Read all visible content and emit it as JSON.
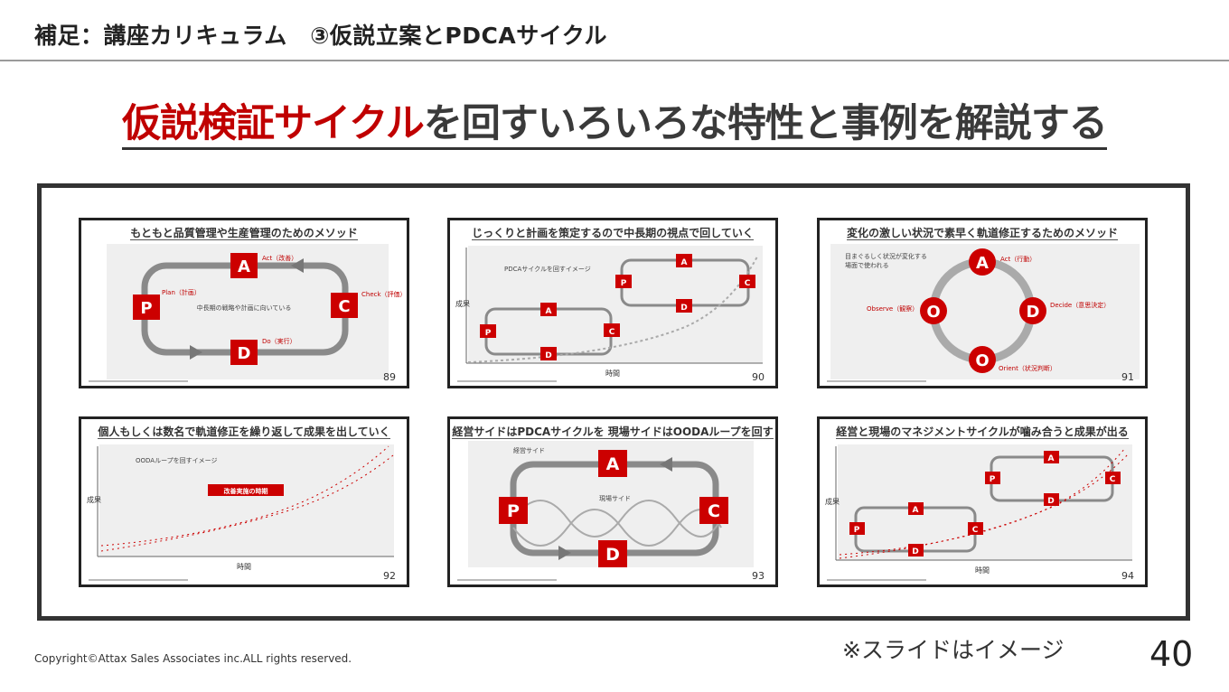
{
  "header": {
    "title": "補足：講座カリキュラム　③仮説立案とPDCAサイクル"
  },
  "main": {
    "title_highlight": "仮説検証サイクル",
    "title_rest": "を回すいろいろな特性と事例を解説する"
  },
  "slides": [
    {
      "title": "もともと品質管理や生産管理のためのメソッド",
      "number": "89"
    },
    {
      "title": "じっくりと計画を策定するので中長期の視点で回していく",
      "number": "90"
    },
    {
      "title": "変化の激しい状況で素早く軌道修正するためのメソッド",
      "number": "91"
    },
    {
      "title": "個人もしくは数名で軌道修正を繰り返して成果を出していく",
      "number": "92"
    },
    {
      "title": "経営サイドはPDCAサイクルを 現場サイドはOODAループを回す",
      "number": "93"
    },
    {
      "title": "経営と現場のマネジメントサイクルが噛み合うと成果が出る",
      "number": "94"
    }
  ],
  "labels": {
    "pdca": [
      "P",
      "D",
      "C",
      "A"
    ],
    "ooda": "O",
    "decide": "D",
    "act": "A",
    "s89": {
      "act": "Act（改善）",
      "plan": "Plan（計画）",
      "check": "Check（評価）",
      "do": "Do（実行）",
      "center": "中長期の戦略や計画に向いている"
    },
    "s90": {
      "note": "PDCAサイクルを回すイメージ",
      "x": "時間",
      "y": "成果"
    },
    "s91": {
      "note1": "目まぐるしく状況が変化する",
      "note2": "場面で使われる",
      "act": "Act（行動）",
      "observe": "Observe（観察）",
      "decide": "Decide（意思決定）",
      "orient": "Orient（状況判断）"
    },
    "s92": {
      "note": "OODAループを回すイメージ",
      "badge": "改善実施の時期",
      "x": "時間",
      "y": "成果"
    },
    "s93": {
      "mgmt": "経営サイド",
      "field": "現場サイド"
    },
    "s94": {
      "x": "時間",
      "y": "成果"
    }
  },
  "footer": {
    "note": "※スライドはイメージ",
    "page": "40",
    "copyright": "Copyright©Attax Sales Associates inc.ALL rights reserved."
  },
  "colors": {
    "accent": "#c00000",
    "box": "#cc0000",
    "gray": "#8a8a8a"
  }
}
